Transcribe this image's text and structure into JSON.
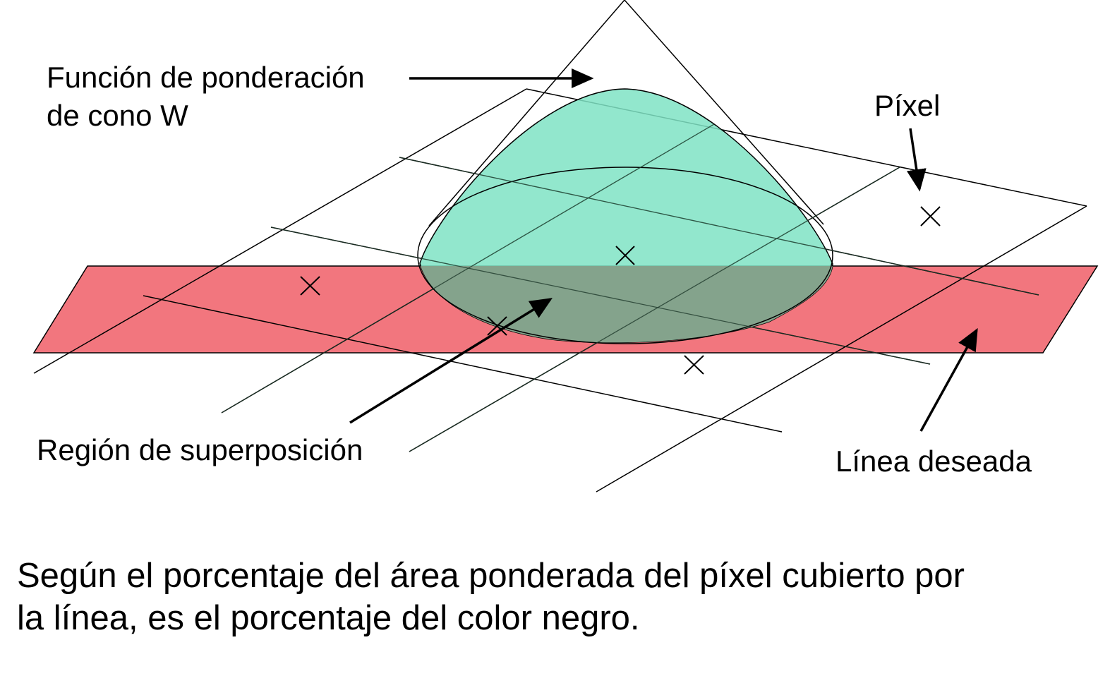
{
  "labels": {
    "weight_function_line1": "Función de ponderación",
    "weight_function_line2": "de cono W",
    "pixel": "Píxel",
    "overlap_region": "Región de superposición",
    "desired_line": "Línea deseada"
  },
  "caption": {
    "line1": "Según el porcentaje del área ponderada del píxel cubierto por",
    "line2": "la línea, es el porcentaje del color negro."
  },
  "colors": {
    "line_band": "#f2767e",
    "cone_fill": "#7fe3c4",
    "overlap_fill": "#84a38c",
    "stroke": "#000000"
  }
}
